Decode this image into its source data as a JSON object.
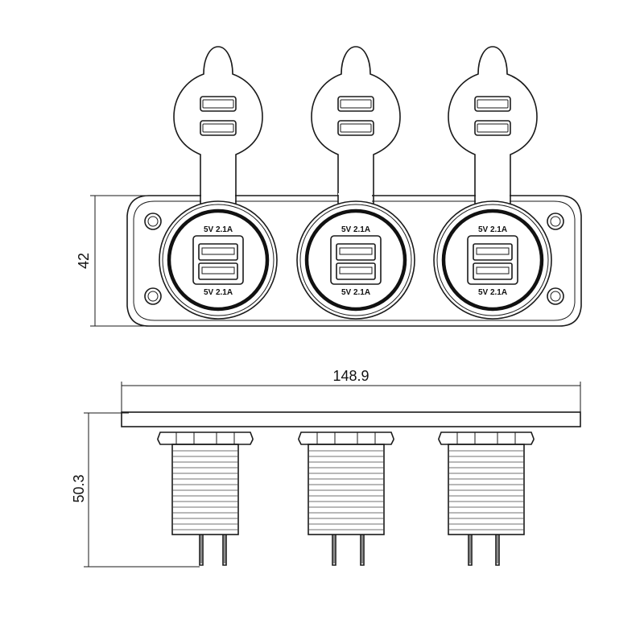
{
  "dimensions": {
    "height": "42",
    "width": "148.9",
    "depth": "50.3"
  },
  "sockets": [
    {
      "top_label": "5V 2.1A",
      "bottom_label": "5V 2.1A"
    },
    {
      "top_label": "5V 2.1A",
      "bottom_label": "5V 2.1A"
    },
    {
      "top_label": "5V 2.1A",
      "bottom_label": "5V 2.1A"
    }
  ]
}
